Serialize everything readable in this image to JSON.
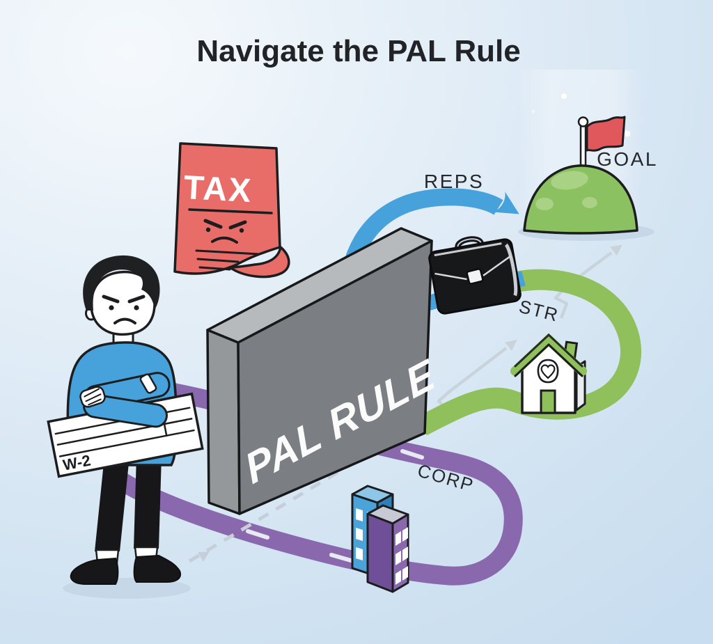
{
  "title": "Navigate the PAL Rule",
  "wall": {
    "text": "PAL RULE"
  },
  "tax_document": {
    "text": "TAX"
  },
  "w2_form": {
    "text": "W-2"
  },
  "paths": {
    "reps": {
      "label": "REPS",
      "color": "#47a2db"
    },
    "str": {
      "label": "STR",
      "color": "#90c05c"
    },
    "corp": {
      "label": "CORP",
      "color": "#8a68ad"
    }
  },
  "goal": {
    "label": "GOAL"
  },
  "icons": {
    "tax_document": "angry-tax-paper-icon",
    "w2": "w2-form-icon",
    "briefcase": "briefcase-icon",
    "house": "str-rental-house-icon",
    "buildings": "corp-buildings-icon",
    "flag": "goal-flag-icon",
    "hill": "goal-hill-icon",
    "man": "frustrated-w2-earner-figure"
  },
  "colors": {
    "background_light": "#f5f9fc",
    "background_blue": "#c8ddef",
    "path_blue": "#47a2db",
    "path_green": "#90c05c",
    "path_purple": "#8a68ad",
    "wall_front": "#7b7f83",
    "wall_top": "#b7babd",
    "wall_side": "#95989b",
    "tax_red": "#e86c68",
    "flag_red": "#e0585c",
    "hill_green": "#8cc162",
    "sweater_blue": "#47a2db",
    "outline_dark": "#1c1d1f",
    "guide_gray": "#c9d3dc",
    "text_dark": "#26272b"
  }
}
